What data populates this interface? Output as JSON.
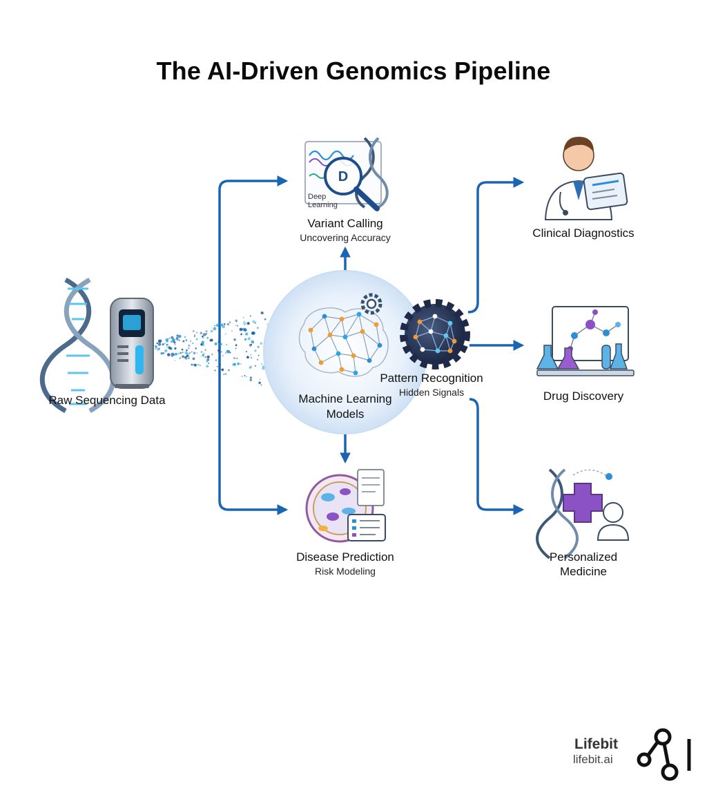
{
  "title": "The AI-Driven Genomics Pipeline",
  "nodes": {
    "raw": {
      "label": "Raw Sequencing Data"
    },
    "ml": {
      "label_line1": "Machine Learning",
      "label_line2": "Models"
    },
    "variant": {
      "label": "Variant Calling",
      "sub": "Uncovering Accuracy",
      "icon_text_1": "Deep",
      "icon_text_2": "Learning"
    },
    "pattern": {
      "label": "Pattern Recognition",
      "sub": "Hidden Signals"
    },
    "disease": {
      "label": "Disease Prediction",
      "sub": "Risk Modeling"
    },
    "clinical": {
      "label": "Clinical Diagnostics"
    },
    "drug": {
      "label": "Drug Discovery"
    },
    "personal": {
      "label_line1": "Personalized",
      "label_line2": "Medicine"
    }
  },
  "brand": {
    "name": "Lifebit",
    "url": "lifebit.ai"
  },
  "colors": {
    "arrow": "#1a64b4",
    "accent": "#27a7e0",
    "purple": "#7d4fc4"
  }
}
